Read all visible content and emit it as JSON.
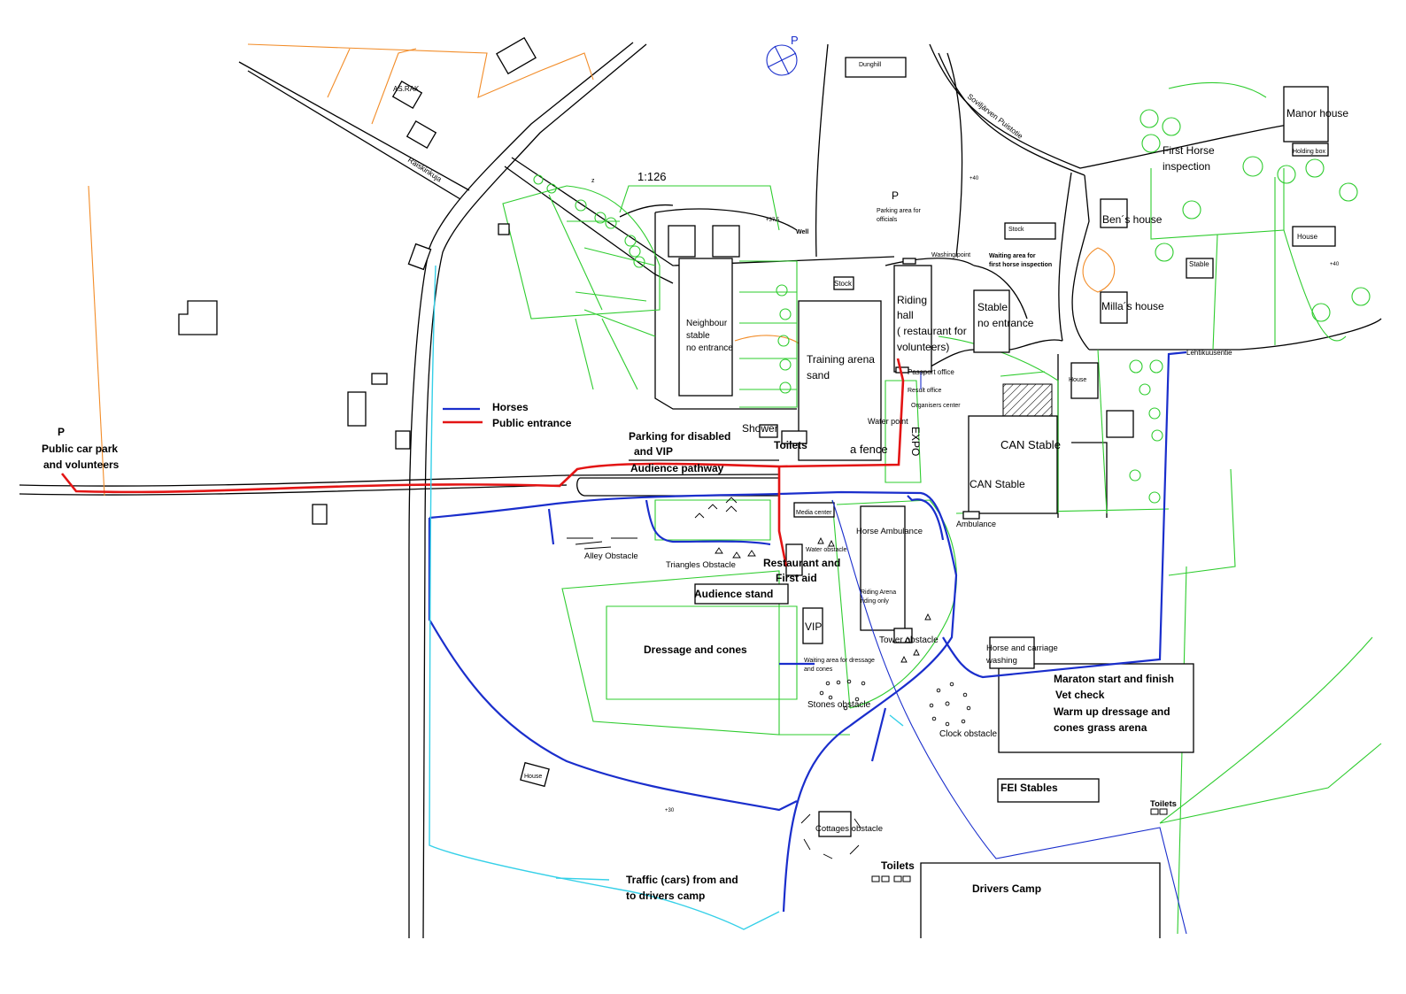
{
  "map": {
    "scale": "1:126",
    "north": "P",
    "colors": {
      "horses": "#1a2ecc",
      "public": "#e31414",
      "traffic": "#35d0e8",
      "fields": "#2ecc2e",
      "boundaries": "#f28c28"
    }
  },
  "legend": {
    "horses": "Horses",
    "public_entrance": "Public entrance",
    "traffic": [
      "Traffic (cars) from and",
      "to  drivers camp"
    ]
  },
  "roads": {
    "raiskinkuja": "Raiskinkuja",
    "soviljarven": "Soviljärven Puistotie",
    "lehtikuusentie": "Lehtikuusentie"
  },
  "labels": {
    "as_rak": "AS.RAK",
    "dunghill": "Dunghill",
    "parking_officials_p": "P",
    "parking_officials": [
      "Parking area for",
      "officials"
    ],
    "well": "Well",
    "stock1": "Stock",
    "stock2": "Stock",
    "washing_point": "Washing point",
    "waiting_first_horse": [
      "Waiting area for",
      "first horse inspection"
    ],
    "neighbour_stable": [
      "Neighbour",
      "stable",
      "no entrance"
    ],
    "training_arena": [
      "Training arena",
      "sand"
    ],
    "riding_hall": [
      "Riding",
      "hall",
      "( restaurant for",
      "volunteers)"
    ],
    "stable_no_entrance": [
      "Stable",
      "no entrance"
    ],
    "passport_office": "Passport office",
    "result_office": "Result office",
    "organisers_center": "Organisers center",
    "water_point": "Water point",
    "expo": "EXPO",
    "can_stable1": "CAN Stable",
    "can_stable2": "CAN Stable",
    "ambulance": "Ambulance",
    "shower": "Shower",
    "toilets1": "Toilets",
    "a_fence": "a fence",
    "parking_disabled": [
      "Parking for disabled",
      "and VIP"
    ],
    "audience_pathway": "Audience pathway",
    "public_car_park": [
      "P",
      "Public car park",
      "and volunteers"
    ],
    "media_center": "Media center",
    "horse_ambulance": "Horse Ambulance",
    "water_obstacle": "Water obstacle",
    "alley_obstacle": "Alley Obstacle",
    "triangles_obstacle": "Triangles Obstacle",
    "restaurant": [
      "Restaurant and",
      "First aid"
    ],
    "audience_stand": "Audience stand",
    "riding_arena_only": [
      "Riding Arena",
      "riding only"
    ],
    "vip": "VIP",
    "tower_obstacle": "Tower obstacle",
    "dressage_cones": "Dressage and cones",
    "waiting_dressage": [
      "Waiting area for dressage",
      "and cones"
    ],
    "stones_obstacle": "Stones obstacle",
    "clock_obstacle": "Clock obstacle",
    "horse_carriage_washing": [
      "Horse and carriage",
      "washing"
    ],
    "maraton": [
      "Maraton start and finish",
      "Vet check",
      "Warm up dressage and",
      "cones grass arena"
    ],
    "fei_stables": "FEI Stables",
    "toilets2": "Toilets",
    "toilets3": "Toilets",
    "cottages_obstacle": "Cottages obstacle",
    "drivers_camp": "Drivers Camp",
    "house1": "House",
    "house2": "House",
    "house3": "House",
    "manor_house": "Manor house",
    "holding_box": "Holding box",
    "first_horse_inspection": [
      "First Horse",
      "inspection"
    ],
    "bens_house": "Ben´s house",
    "millas_house": "Milla´s house",
    "stable_small": "Stable",
    "elev_40a": "+40",
    "elev_40b": "+40",
    "elev_375": "+37,5",
    "elev_30": "+30",
    "z_mark": "z"
  }
}
